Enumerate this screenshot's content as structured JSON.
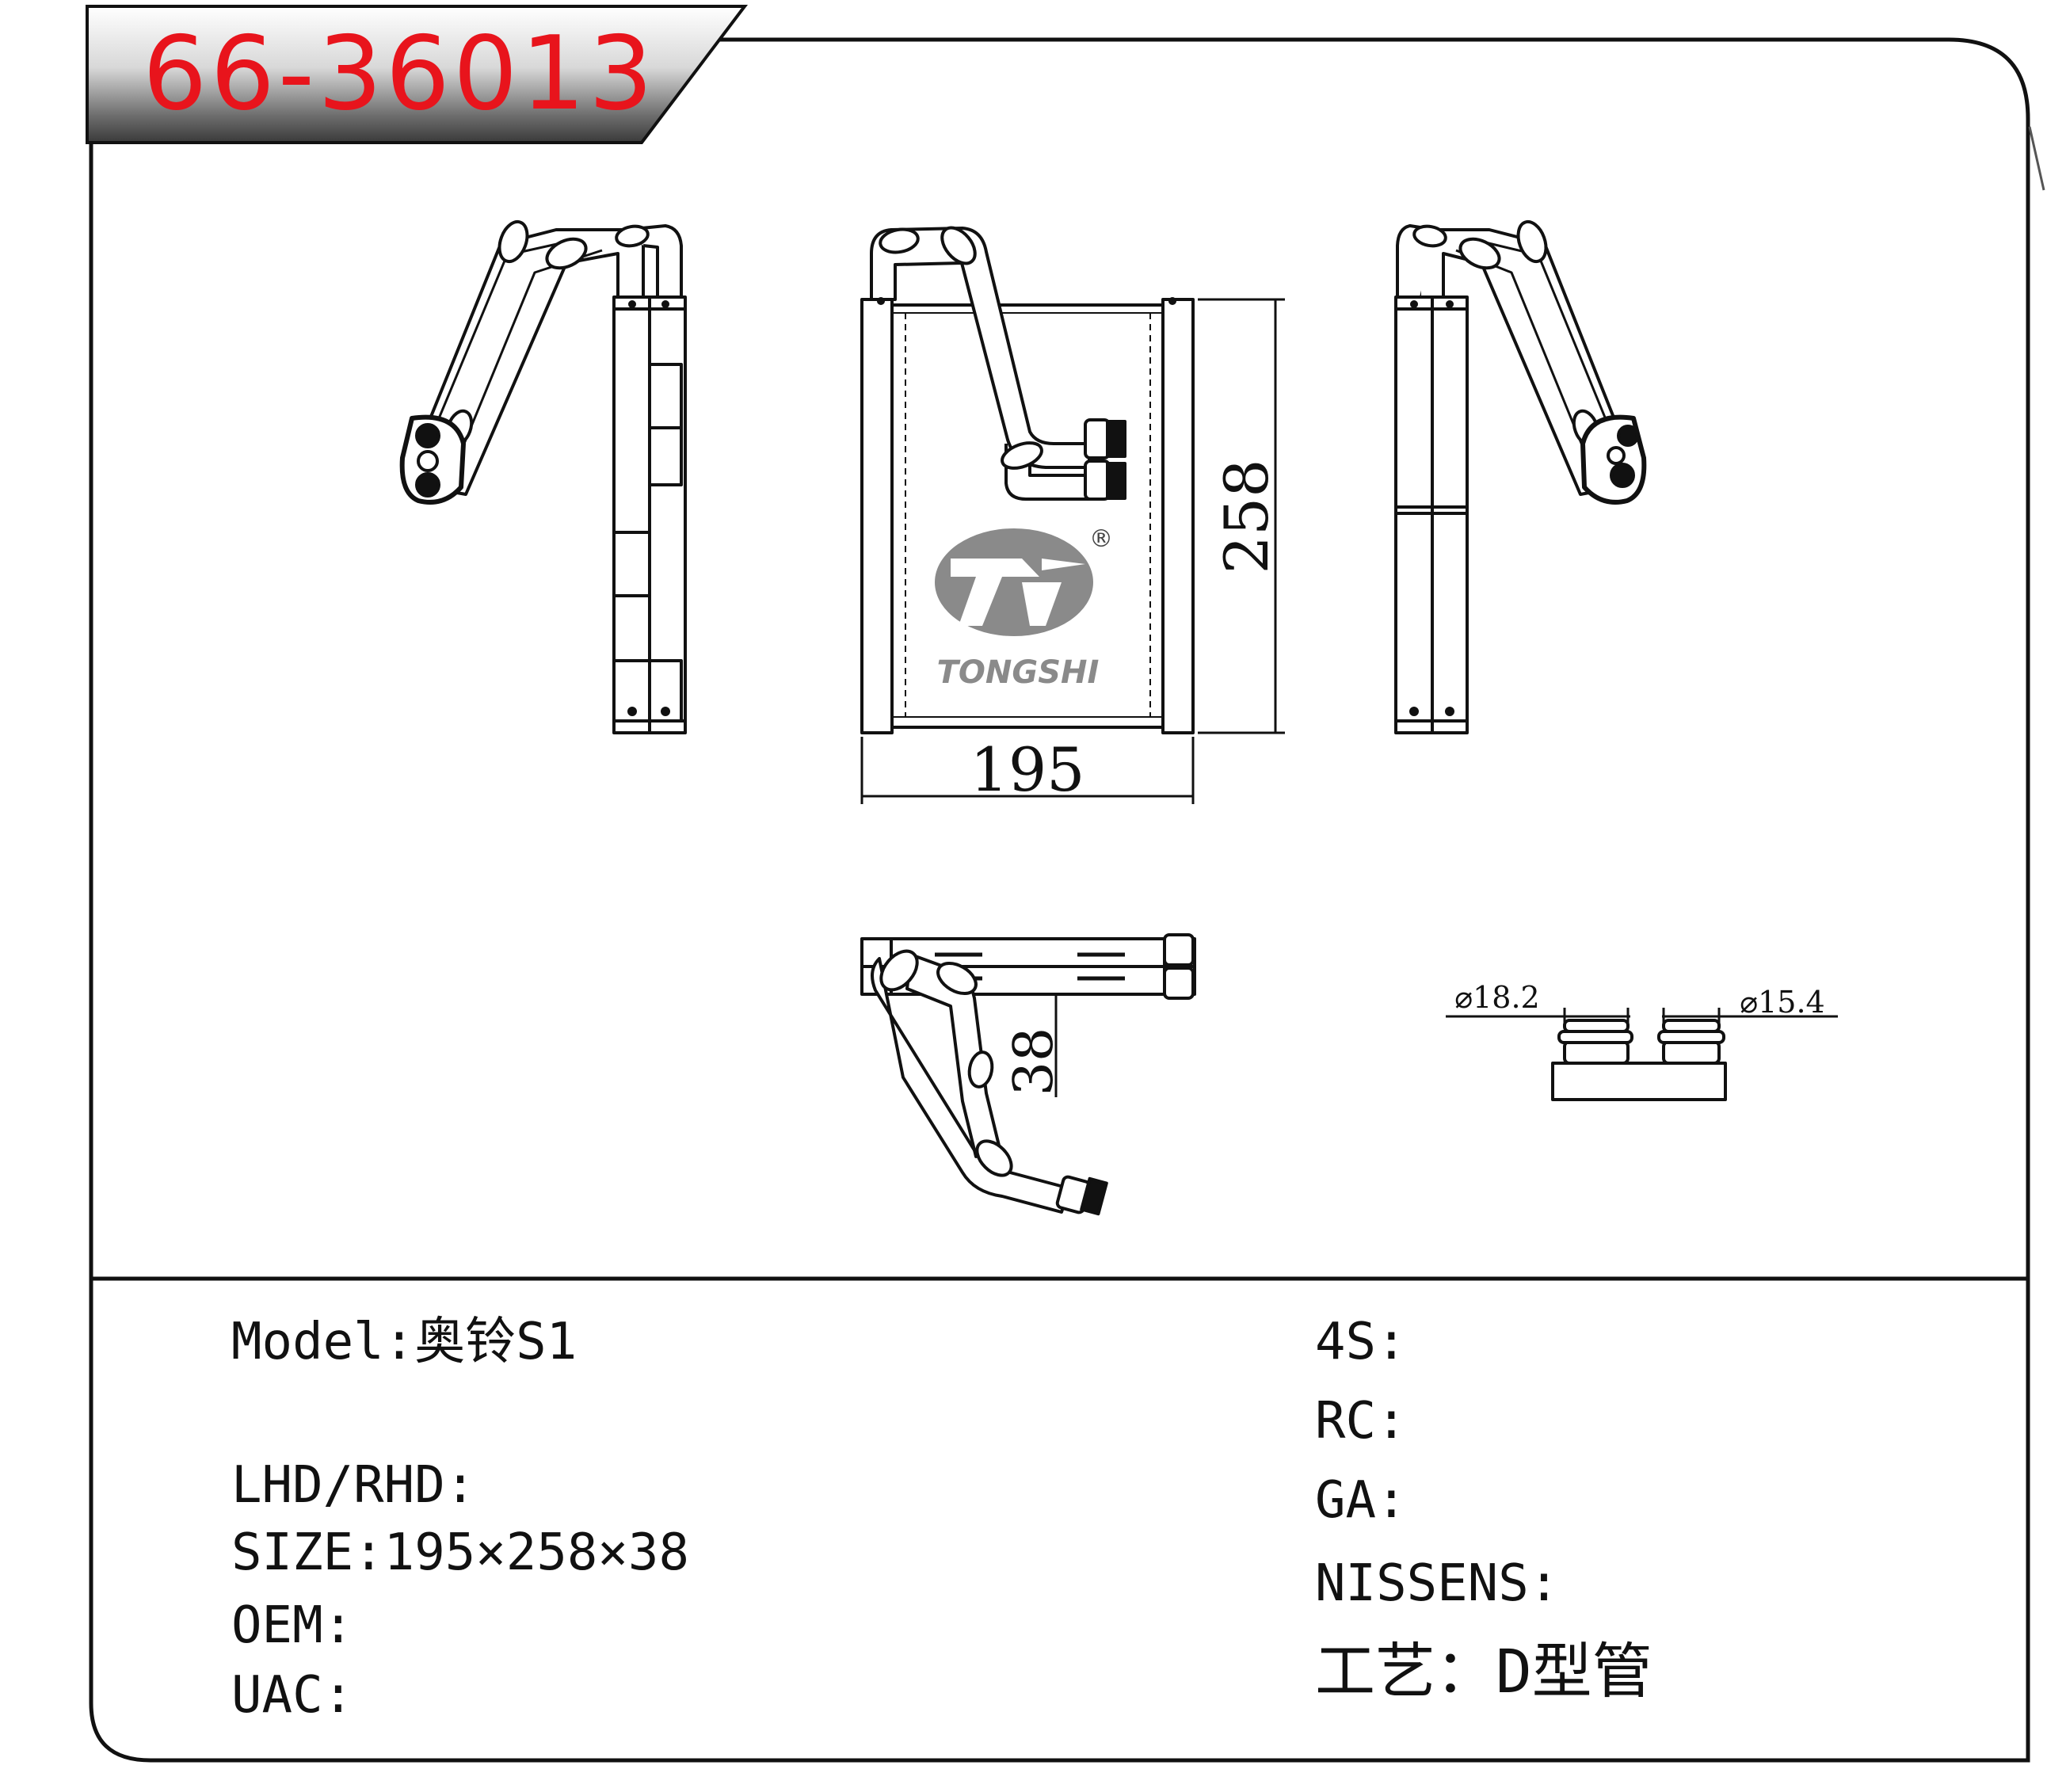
{
  "part_number": "66-36013",
  "brand": {
    "name": "TONGSHI",
    "registered": "®"
  },
  "dimensions": {
    "width": "195",
    "height": "258",
    "depth": "38"
  },
  "fittings": {
    "left": "⌀18.2",
    "right": "⌀15.4"
  },
  "specs_left": [
    {
      "label": "Model",
      "value": ":奥铃S1"
    },
    {
      "label": "LHD/RHD",
      "value": ":"
    },
    {
      "label": "SIZE",
      "value": ":195×258×38"
    },
    {
      "label": "OEM",
      "value": ":"
    },
    {
      "label": "UAC",
      "value": ":"
    }
  ],
  "specs_right": [
    {
      "label": "4S",
      "value": ":"
    },
    {
      "label": "RC",
      "value": ":"
    },
    {
      "label": "GA",
      "value": ":"
    },
    {
      "label": "NISSENS",
      "value": ":"
    },
    {
      "label": "工艺",
      "value": "：D型管"
    }
  ],
  "colors": {
    "title_red": "#e8141c",
    "frame": "#111111",
    "logo_gray": "#8a8a8a"
  }
}
